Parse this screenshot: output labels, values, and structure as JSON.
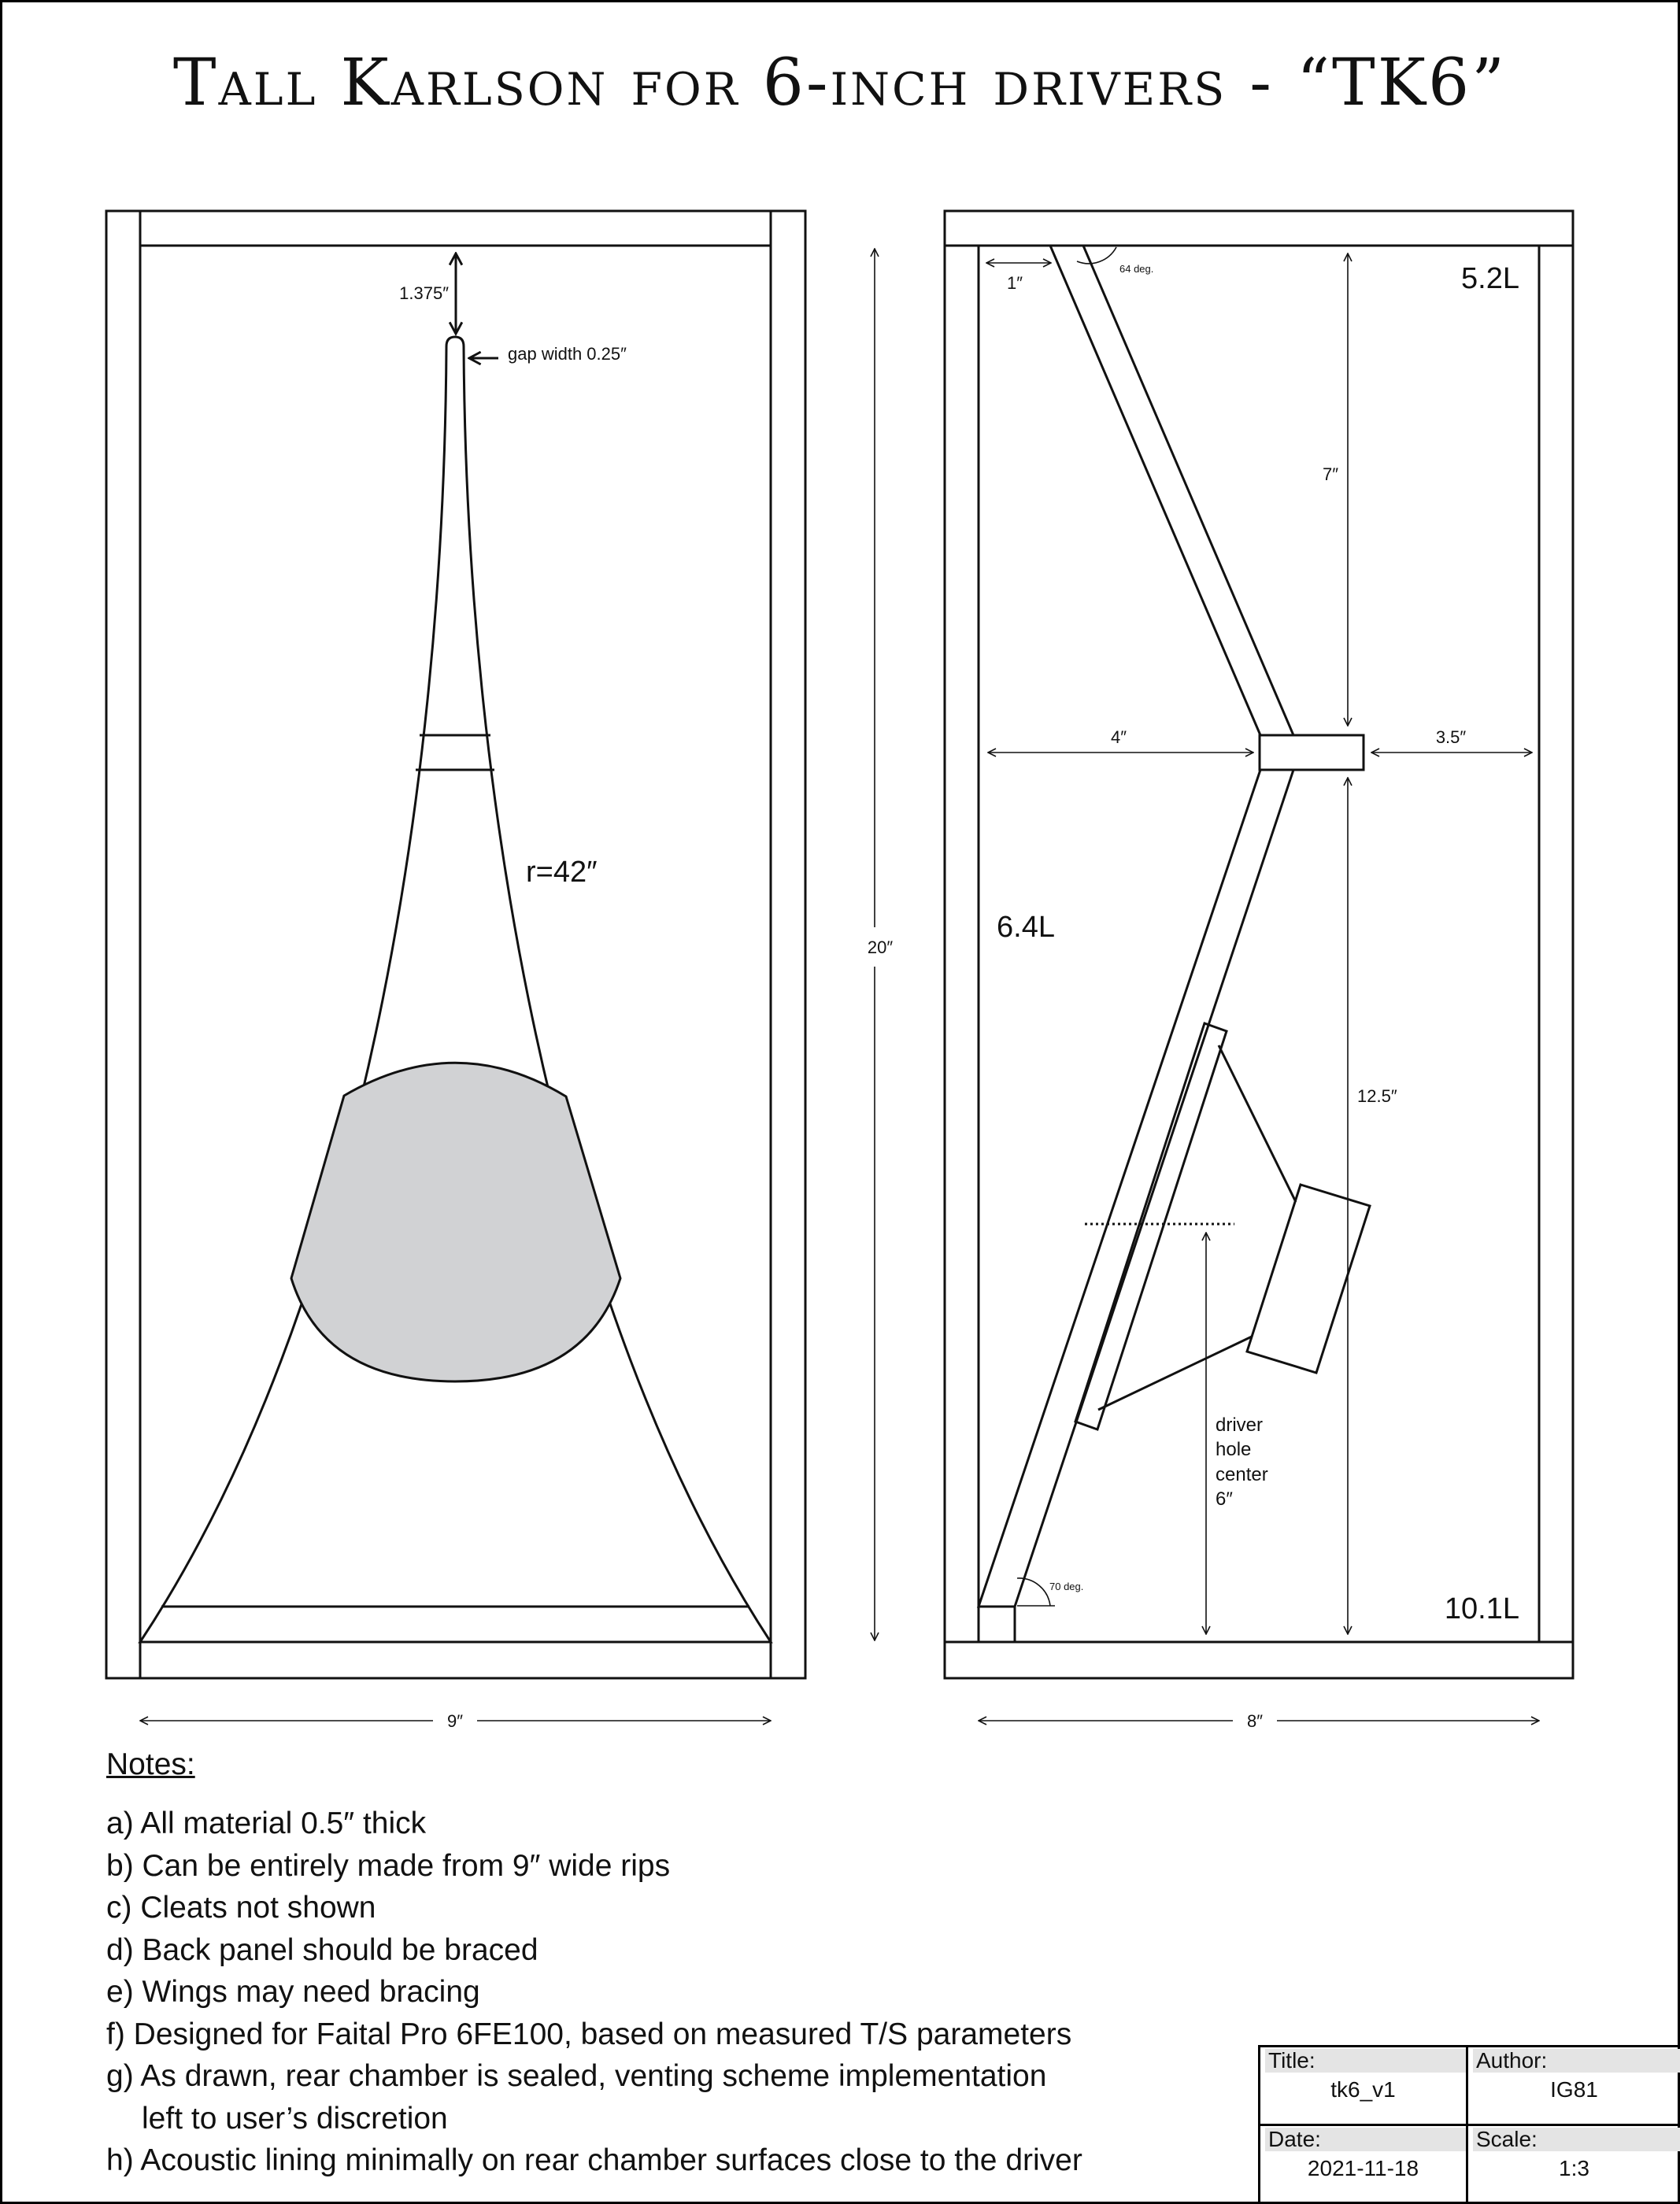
{
  "title": "Tall Karlson for 6-inch drivers  - “TK6”",
  "front_view": {
    "gap_offset_label": "1.375″",
    "gap_width_label": "gap width 0.25″",
    "radius_label": "r=42″",
    "height_label": "20″",
    "width_label": "9″"
  },
  "side_view": {
    "offset_top_label": "1″",
    "angle_top_label": "64 deg.",
    "upper_drop_label": "7″",
    "left_span_label": "4″",
    "right_span_label": "3.5″",
    "lower_drop_label": "12.5″",
    "driver_label_lines": [
      "driver",
      "hole",
      "center",
      "6″"
    ],
    "angle_bottom_label": "70 deg.",
    "volume_top_right": "5.2L",
    "volume_front": "6.4L",
    "volume_bottom_right": "10.1L",
    "depth_label": "8″"
  },
  "notes": {
    "heading": "Notes:",
    "items": [
      "a) All material 0.5″ thick",
      "b) Can be entirely made from 9″ wide rips",
      "c) Cleats not shown",
      "d) Back panel should be braced",
      "e) Wings may need bracing",
      "f) Designed for Faital Pro 6FE100, based on measured T/S parameters",
      "g) As drawn, rear chamber is sealed, venting scheme implementation",
      "left to user’s discretion",
      "h) Acoustic lining minimally on rear chamber surfaces close to the driver"
    ]
  },
  "title_block": {
    "title_label": "Title:",
    "title_value": "tk6_v1",
    "author_label": "Author:",
    "author_value": "IG81",
    "date_label": "Date:",
    "date_value": "2021-11-18",
    "scale_label": "Scale:",
    "scale_value": "1:3"
  },
  "colors": {
    "line": "#111111",
    "driver_fill": "#d1d2d4",
    "label_band": "#e4e4e4"
  }
}
